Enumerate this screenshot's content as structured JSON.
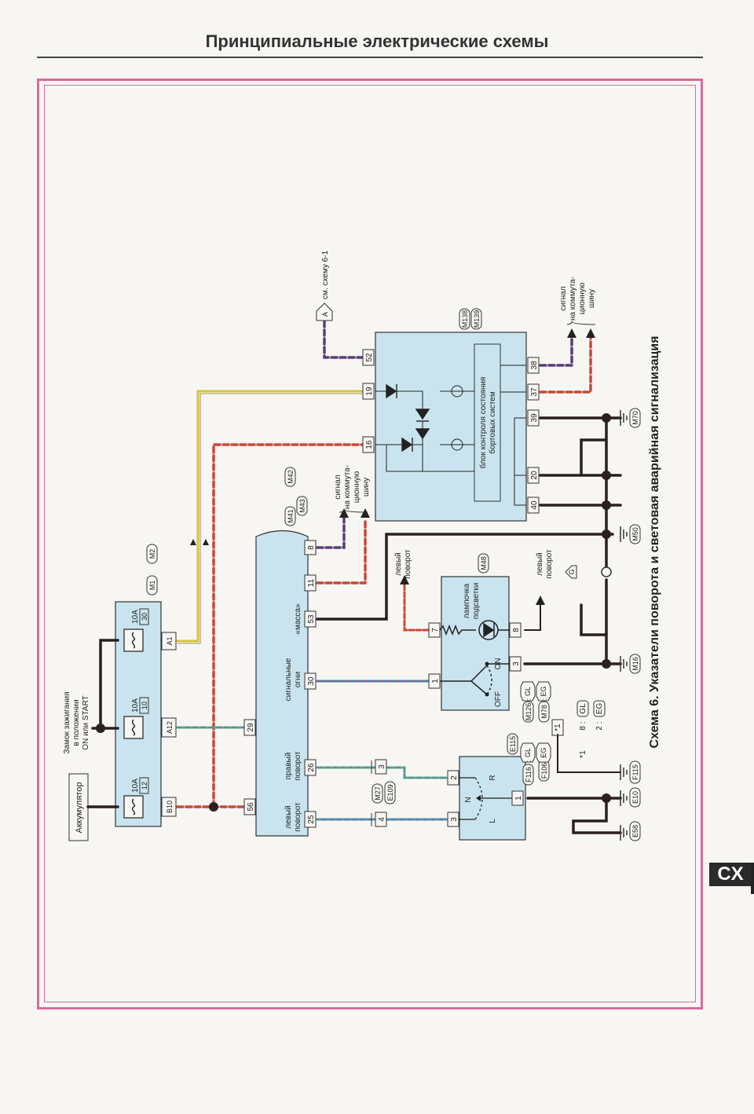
{
  "header": {
    "title": "Принципиальные электрические схемы"
  },
  "section_tab": "CX",
  "caption": "Схема 6. Указатели поворота и световая аварийная сигнализация",
  "labels": {
    "battery": "Аккумулятор",
    "ignition": [
      "Замок зажигания",
      "в положении",
      "ON или START"
    ],
    "see_scheme": "см. схему 6-1",
    "connector_A": "A",
    "signal_top": [
      "сигнал",
      "на коммута-",
      "ционную",
      "шину"
    ],
    "signal_mid": [
      "сигнал",
      "на коммута-",
      "ционную",
      "шину"
    ],
    "control_unit": [
      "блок контроля состояния",
      "бортовых систем"
    ],
    "left_turn_col": [
      "левый",
      "поворот"
    ],
    "right_turn_col": [
      "правый",
      "поворот"
    ],
    "signal_lights": [
      "сигнальные",
      "огни"
    ],
    "ground_label": "«масса»",
    "lamp": [
      "лампочка",
      "подсветки"
    ],
    "left_turn_a": [
      "левый",
      "поворот"
    ],
    "left_turn_b": [
      "левый",
      "поворот"
    ],
    "switch_on": "ON",
    "switch_off": "OFF",
    "switch_N": "N",
    "switch_L": "L",
    "switch_R": "R",
    "footnote_ref": "*1",
    "footnote_1": "*1",
    "footnote_8": "8 :",
    "footnote_2": "2 :",
    "footnote_gl": "GL",
    "footnote_eg": "EG"
  },
  "fuses": [
    {
      "amp": "10A",
      "num": "12",
      "pin": "B10"
    },
    {
      "amp": "10A",
      "num": "10",
      "pin": "A12"
    },
    {
      "amp": "10A",
      "num": "30",
      "pin": "A1"
    }
  ],
  "connectors": {
    "M1": "M1",
    "M2": "M2",
    "M41": "M41",
    "M42": "M42",
    "M43": "M43",
    "M138": "M138",
    "M139": "M139",
    "M48": "M48",
    "M50": "M50",
    "M70": "M70",
    "M16": "M16",
    "M27": "M27",
    "E109": "E109",
    "E115": "E115",
    "F116": "F116",
    "F106": "F106",
    "M126": "M126",
    "M78": "M78",
    "F115": "F115",
    "E10": "E10",
    "E58": "E58",
    "G": "G",
    "GL": "GL",
    "EG": "EG",
    "GL2": "GL",
    "EG2": "EG"
  },
  "pins": {
    "p56": "56",
    "p29": "29",
    "p25": "25",
    "p26": "26",
    "p30": "30",
    "p53": "53",
    "p11": "11",
    "p8": "8",
    "p16": "16",
    "p19": "19",
    "p52": "52",
    "p40": "40",
    "p20": "20",
    "p39": "39",
    "p37": "37",
    "p38": "38",
    "lamp7": "7",
    "lamp8": "8",
    "sw1": "1",
    "sw3": "3",
    "m27_4": "4",
    "m27_3": "3",
    "hz3": "3",
    "hz2": "2",
    "hz1": "1"
  },
  "colors": {
    "frame": "#d96a9c",
    "block_fill": "#c9e4ee",
    "wire_black": "#2b1f1f",
    "wire_yellow": "#d9c23a",
    "wire_red": "#c8483a",
    "wire_purple": "#5a3e78",
    "wire_blue": "#4b7fb0",
    "wire_green": "#5fa88a"
  }
}
